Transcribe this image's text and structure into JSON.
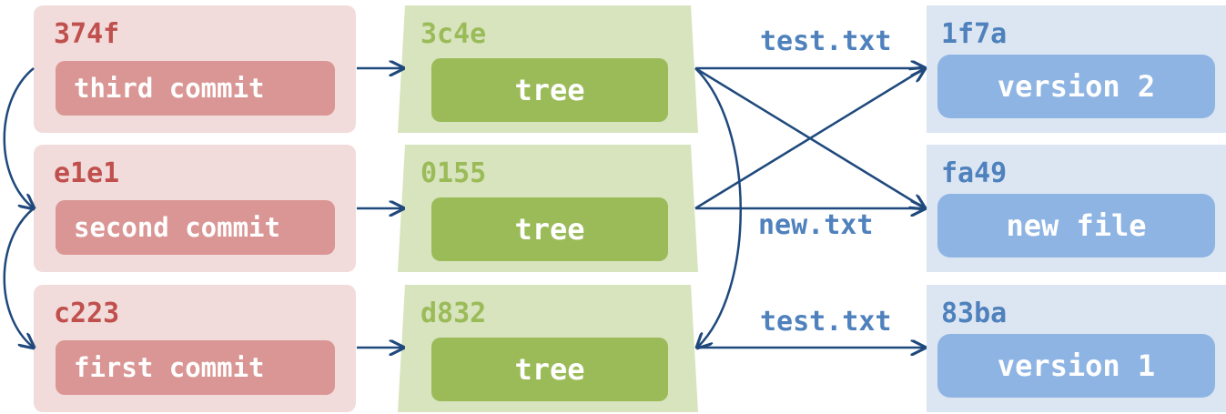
{
  "commits": [
    {
      "hash": "374f",
      "message": "third commit"
    },
    {
      "hash": "e1e1",
      "message": "second commit"
    },
    {
      "hash": "c223",
      "message": "first commit"
    }
  ],
  "trees": [
    {
      "hash": "3c4e",
      "label": "tree"
    },
    {
      "hash": "0155",
      "label": "tree"
    },
    {
      "hash": "d832",
      "label": "tree"
    }
  ],
  "blobs": [
    {
      "hash": "1f7a",
      "label": "version 2"
    },
    {
      "hash": "fa49",
      "label": "new file"
    },
    {
      "hash": "83ba",
      "label": "version 1"
    }
  ],
  "filenames": {
    "top": "test.txt",
    "middle": "new.txt",
    "bottom": "test.txt"
  },
  "colors": {
    "commit_bg": "#f2dcdb",
    "commit_accent": "#c0504d",
    "commit_label_bg": "#d99694",
    "tree_bg": "#d7e4bd",
    "tree_accent": "#9bbb59",
    "blob_bg": "#dce6f2",
    "blob_accent": "#4f81bd",
    "blob_label_bg": "#8eb4e3",
    "arrow": "#1f497d"
  }
}
